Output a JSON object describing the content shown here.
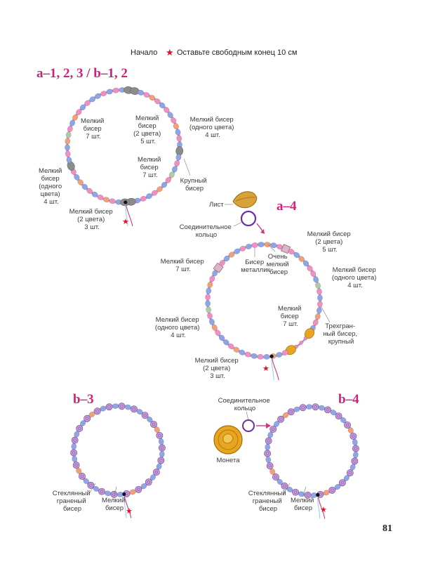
{
  "header": {
    "start_label": "Начало",
    "instruction": "Оставьте свободным конец 10 см"
  },
  "sections": {
    "a123": "a–1, 2, 3 / b–1, 2",
    "a4": "a–4",
    "b3": "b–3",
    "b4": "b–4"
  },
  "diagram_a123": {
    "label_top_middle": [
      "Мелкий",
      "бисер",
      "7 шт."
    ],
    "label_center": [
      "Мелкий",
      "бисер",
      "(2 цвета)",
      "5 шт."
    ],
    "label_top_right": [
      "Мелкий бисер",
      "(одного цвета)",
      "4 шт."
    ],
    "label_inner_right": [
      "Мелкий",
      "бисер",
      "7 шт."
    ],
    "label_large": [
      "Крупный",
      "бисер"
    ],
    "label_left": [
      "Мелкий",
      "бисер",
      "(одного",
      "цвета)",
      "4 шт."
    ],
    "label_bottom": [
      "Мелкий бисер",
      "(2 цвета)",
      "3 шт."
    ]
  },
  "diagram_a4": {
    "label_leaf": "Лист",
    "label_ring": [
      "Соединительное",
      "кольцо"
    ],
    "label_metallic": [
      "Бисер",
      "металлик"
    ],
    "label_tiny": [
      "Очень",
      "мелкий",
      "бисер"
    ],
    "label_top_right": [
      "Мелкий бисер",
      "(2 цвета)",
      "5 шт."
    ],
    "label_right": [
      "Мелкий бисер",
      "(одного цвета)",
      "4 шт."
    ],
    "label_inner_right": [
      "Мелкий",
      "бисер",
      "7 шт."
    ],
    "label_triangle": [
      "Трехгран-",
      "ный бисер,",
      "крупный"
    ],
    "label_left_top": [
      "Мелкий бисер",
      "7 шт."
    ],
    "label_left": [
      "Мелкий бисер",
      "(одного цвета)",
      "4 шт."
    ],
    "label_bottom": [
      "Мелкий бисер",
      "(2 цвета)",
      "3 шт."
    ]
  },
  "diagram_b3": {
    "label_glass": [
      "Стеклянный",
      "граненый",
      "бисер"
    ],
    "label_small": [
      "Мелкий",
      "бисер"
    ]
  },
  "diagram_b4": {
    "label_ring": [
      "Соединительное",
      "кольцо"
    ],
    "label_coin": "Монета",
    "label_glass": [
      "Стеклянный",
      "граненый",
      "бисер"
    ],
    "label_small": [
      "Мелкий",
      "бисер"
    ]
  },
  "page_number": "81",
  "colors": {
    "accent": "#d0217a",
    "star": "#e0112b",
    "wire": "#d4348a",
    "wire_light": "#8fd0e8",
    "bead_blue": "#8fa6e6",
    "bead_pink": "#ef8fc4",
    "bead_orange": "#f2a07c",
    "bead_grey": "#8c8c8c",
    "bead_green": "#b5c9a8",
    "bead_purple": "#c49ad8",
    "gold": "#e8a520",
    "leaf": "#d9a13a"
  },
  "icons": [
    "star-icon",
    "leaf-charm",
    "jump-ring",
    "coin-charm",
    "arrow-icon"
  ]
}
